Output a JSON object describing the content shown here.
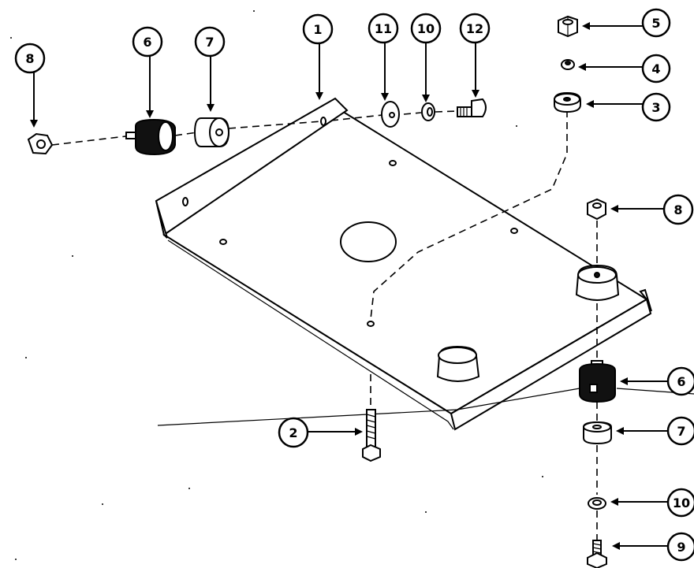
{
  "callouts": [
    {
      "id": "c8a",
      "label": "8"
    },
    {
      "id": "c6a",
      "label": "6"
    },
    {
      "id": "c7a",
      "label": "7"
    },
    {
      "id": "c1",
      "label": "1"
    },
    {
      "id": "c11",
      "label": "11"
    },
    {
      "id": "c10a",
      "label": "10"
    },
    {
      "id": "c12",
      "label": "12"
    },
    {
      "id": "c5",
      "label": "5"
    },
    {
      "id": "c4",
      "label": "4"
    },
    {
      "id": "c3",
      "label": "3"
    },
    {
      "id": "c8b",
      "label": "8"
    },
    {
      "id": "c2",
      "label": "2"
    },
    {
      "id": "c6b",
      "label": "6"
    },
    {
      "id": "c7b",
      "label": "7"
    },
    {
      "id": "c10b",
      "label": "10"
    },
    {
      "id": "c9",
      "label": "9"
    }
  ]
}
